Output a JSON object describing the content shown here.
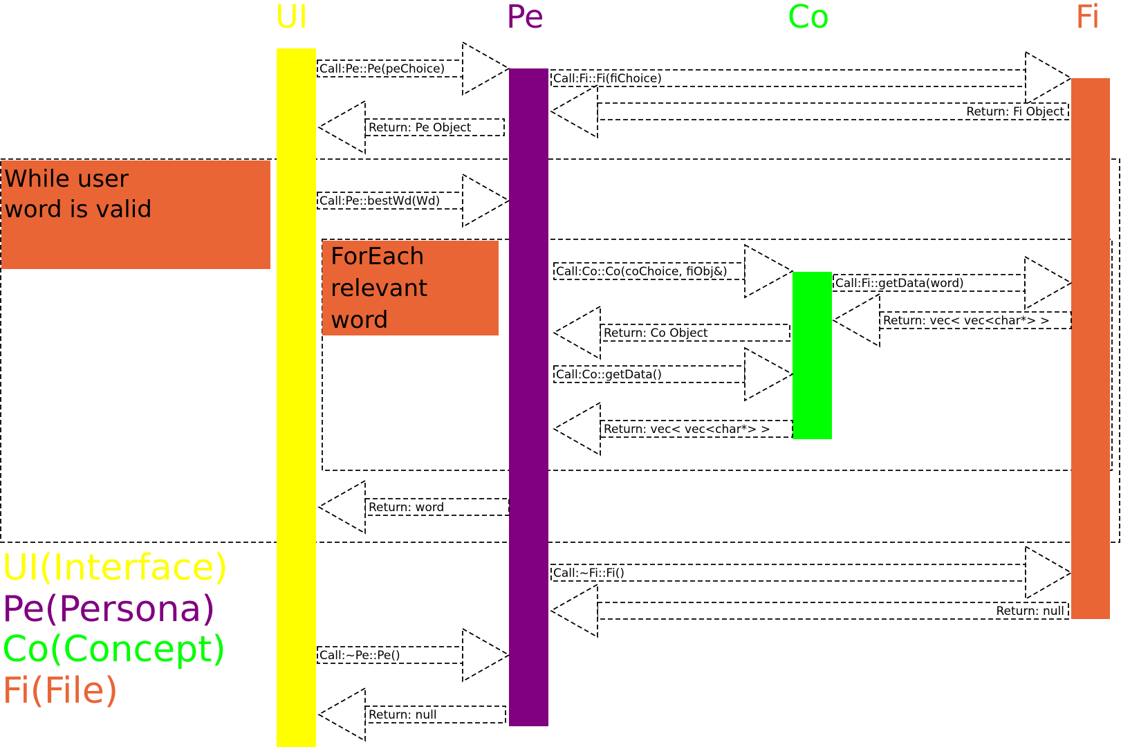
{
  "colors": {
    "ui": "#ffff00",
    "pe": "#800080",
    "co": "#00ff00",
    "fi": "#e96536",
    "text": "#000000",
    "background": "#ffffff"
  },
  "lifelines": [
    {
      "key": "ui",
      "label": "UI"
    },
    {
      "key": "pe",
      "label": "Pe"
    },
    {
      "key": "co",
      "label": "Co"
    },
    {
      "key": "fi",
      "label": "Fi"
    }
  ],
  "loops": [
    {
      "key": "while",
      "label_lines": [
        "While user",
        "word is valid"
      ]
    },
    {
      "key": "foreach",
      "label_lines": [
        "ForEach",
        "relevant",
        "word"
      ]
    }
  ],
  "messages": [
    {
      "key": "m1",
      "kind": "call",
      "text": "Call:Pe::Pe(peChoice)"
    },
    {
      "key": "m2",
      "kind": "call",
      "text": "Call:Fi::Fi(fiChoice)"
    },
    {
      "key": "m3",
      "kind": "return",
      "text": "Return: Fi Object"
    },
    {
      "key": "m4",
      "kind": "return",
      "text": "Return: Pe Object"
    },
    {
      "key": "m5",
      "kind": "call",
      "text": "Call:Pe::bestWd(Wd)"
    },
    {
      "key": "m6",
      "kind": "call",
      "text": "Call:Co::Co(coChoice, fiObj&)"
    },
    {
      "key": "m7",
      "kind": "call",
      "text": "Call:Fi::getData(word)"
    },
    {
      "key": "m8",
      "kind": "return",
      "text": "Return: vec< vec<char*> >"
    },
    {
      "key": "m9",
      "kind": "return",
      "text": "Return: Co Object"
    },
    {
      "key": "m10",
      "kind": "call",
      "text": "Call:Co::getData()"
    },
    {
      "key": "m11",
      "kind": "return",
      "text": "Return: vec< vec<char*> >"
    },
    {
      "key": "m12",
      "kind": "return",
      "text": "Return: word"
    },
    {
      "key": "m13",
      "kind": "call",
      "text": "Call:~Fi::Fi()"
    },
    {
      "key": "m14",
      "kind": "return",
      "text": "Return: null"
    },
    {
      "key": "m15",
      "kind": "call",
      "text": "Call:~Pe::Pe()"
    },
    {
      "key": "m16",
      "kind": "return",
      "text": "Return: null"
    }
  ],
  "legend": [
    {
      "key": "ui",
      "text": "UI(Interface)"
    },
    {
      "key": "pe",
      "text": "Pe(Persona)"
    },
    {
      "key": "co",
      "text": "Co(Concept)"
    },
    {
      "key": "fi",
      "text": "Fi(File)"
    }
  ]
}
